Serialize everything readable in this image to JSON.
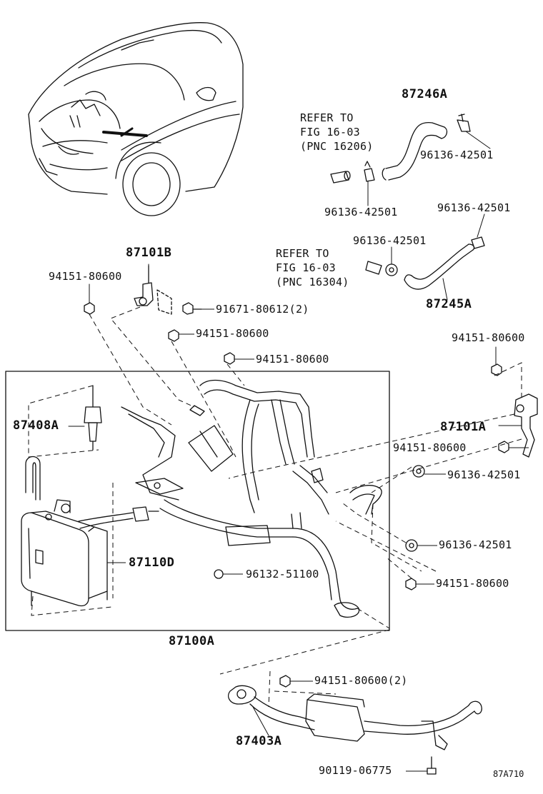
{
  "diagram": {
    "refer_notes": [
      {
        "id": "top",
        "line1": "REFER TO",
        "line2": "FIG 16-03",
        "line3": "(PNC 16206)"
      },
      {
        "id": "mid",
        "line1": "REFER TO",
        "line2": "FIG 16-03",
        "line3": "(PNC 16304)"
      }
    ],
    "parts": {
      "hose_upper": "87246A",
      "clamp_upper_right": "96136-42501",
      "clamp_upper_left": "96136-42501",
      "clamp_mid_top": "96136-42501",
      "clamp_mid": "96136-42501",
      "hose_mid": "87245A",
      "bracket_left": "87101B",
      "nut_left_top": "94151-80600",
      "bolt_bracket": "91671-80612",
      "bolt_bracket_qty": "(2)",
      "nut_center_1": "94151-80600",
      "nut_center_2": "94151-80600",
      "nut_right_top": "94151-80600",
      "bracket_right": "87101A",
      "nut_right_mid": "94151-80600",
      "clamp_right_1": "96136-42501",
      "clamp_right_2": "96136-42501",
      "nut_right_low": "94151-80600",
      "valve": "87408A",
      "heater_unit": "87110D",
      "clamp_inner": "96132-51100",
      "assembly": "87100A",
      "nut_bottom": "94151-80600",
      "nut_bottom_qty": "(2)",
      "exhaust_pipe": "87403A",
      "bolt_bottom": "90119-06775"
    },
    "figure_code": "87A710"
  }
}
